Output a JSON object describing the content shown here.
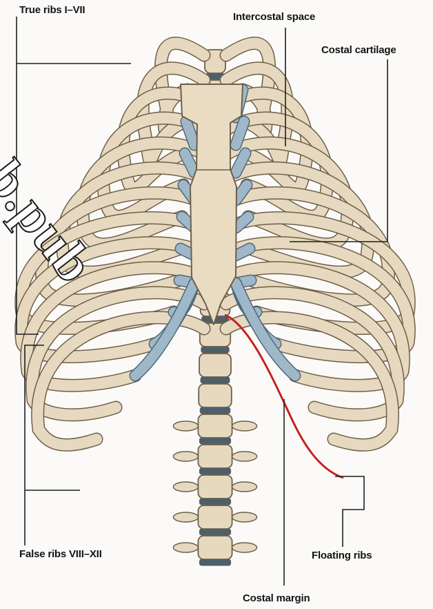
{
  "labels": {
    "true_ribs": "True ribs I–VII",
    "intercostal_space": "Intercostal space",
    "costal_cartilage": "Costal cartilage",
    "false_ribs": "False ribs VIII–XII",
    "floating_ribs": "Floating ribs",
    "costal_margin": "Costal margin"
  },
  "watermark": "te.b.pub",
  "colors": {
    "bone": "#e6d9bf",
    "bone_outline": "#6e5f48",
    "cartilage": "#9fb8c9",
    "costal_margin_line": "#c8201c",
    "leader_lines": "#1e1e1e"
  }
}
